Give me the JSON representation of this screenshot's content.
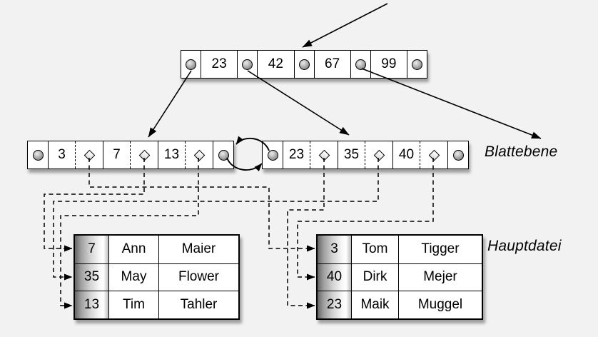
{
  "colors": {
    "background": "#f2f2f2",
    "stroke": "#000000",
    "node_fill": "#ffffff"
  },
  "labels": {
    "leaf_level": "Blattebene",
    "main_file": "Hauptdatei"
  },
  "root_node": {
    "keys": [
      "23",
      "42",
      "67",
      "99"
    ]
  },
  "leaves": {
    "left": {
      "keys": [
        "3",
        "7",
        "13"
      ]
    },
    "right": {
      "keys": [
        "23",
        "35",
        "40"
      ]
    }
  },
  "tables": {
    "left": {
      "rows": [
        {
          "key": "7",
          "first": "Ann",
          "last": "Maier"
        },
        {
          "key": "35",
          "first": "May",
          "last": "Flower"
        },
        {
          "key": "13",
          "first": "Tim",
          "last": "Tahler"
        }
      ]
    },
    "right": {
      "rows": [
        {
          "key": "3",
          "first": "Tom",
          "last": "Tigger"
        },
        {
          "key": "40",
          "first": "Dirk",
          "last": "Mejer"
        },
        {
          "key": "23",
          "first": "Maik",
          "last": "Muggel"
        }
      ]
    }
  },
  "connections": {
    "incoming": "arrow from upper right into root node",
    "root_to_leaves": [
      "root pointer 1 -> left leaf",
      "root pointer 2 -> right leaf",
      "root pointer 4 -> leaf level (off diagram right)"
    ],
    "sibling_link": "double curved arrows between left and right leaf",
    "leaf_to_records": [
      {
        "from_key": "3",
        "to_record": "3 Tom Tigger"
      },
      {
        "from_key": "7",
        "to_record": "7 Ann Maier"
      },
      {
        "from_key": "13",
        "to_record": "13 Tim Tahler"
      },
      {
        "from_key": "23",
        "to_record": "23 Maik Muggel"
      },
      {
        "from_key": "35",
        "to_record": "35 May Flower"
      },
      {
        "from_key": "40",
        "to_record": "40 Dirk Mejer"
      }
    ]
  }
}
